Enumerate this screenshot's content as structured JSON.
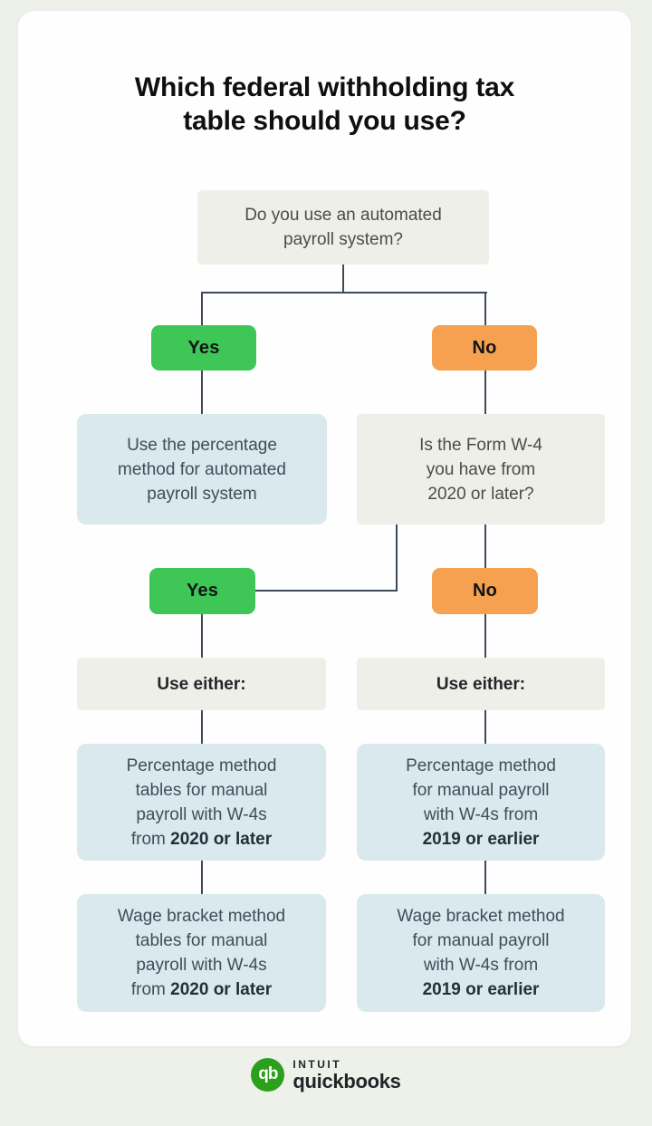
{
  "title": {
    "line1": "Which federal withholding tax",
    "line2": "table should you use?"
  },
  "colors": {
    "page_background": "#eef0ea",
    "card_background": "#fefefe",
    "yes_green": "#3ec656",
    "no_orange": "#f6a14f",
    "info_blue": "#d9e9ed",
    "neutral_gray": "#efefe9",
    "connector_line": "#3f4a58",
    "quickbooks_green": "#2ca01c"
  },
  "flow": {
    "q_automated": {
      "line1": "Do you use an automated",
      "line2": "payroll system?"
    },
    "yes1": "Yes",
    "no1": "No",
    "auto_result": {
      "line1": "Use the percentage",
      "line2": "method for automated",
      "line3": "payroll system"
    },
    "q_w4": {
      "line1": "Is the Form W-4",
      "line2": "you have from",
      "line3": "2020 or later?"
    },
    "yes2": "Yes",
    "no2": "No",
    "either_left": "Use either:",
    "either_right": "Use either:",
    "pct_left": {
      "line1": "Percentage method",
      "line2": "tables for manual",
      "line3": "payroll with W-4s",
      "line4_pre": "from ",
      "line4_bold": "2020 or later"
    },
    "pct_right": {
      "line1": "Percentage method",
      "line2": "for manual payroll",
      "line3": "with W-4s from",
      "line4_bold": "2019 or earlier"
    },
    "wage_left": {
      "line1": "Wage bracket method",
      "line2": "tables for manual",
      "line3": "payroll with W-4s",
      "line4_pre": "from ",
      "line4_bold": "2020 or later"
    },
    "wage_right": {
      "line1": "Wage bracket method",
      "line2": "for manual payroll",
      "line3": "with W-4s from",
      "line4_bold": "2019 or earlier"
    }
  },
  "footer": {
    "logo_monogram": "qb",
    "brand_top": "INTUIT",
    "brand_bottom": "quickbooks"
  }
}
